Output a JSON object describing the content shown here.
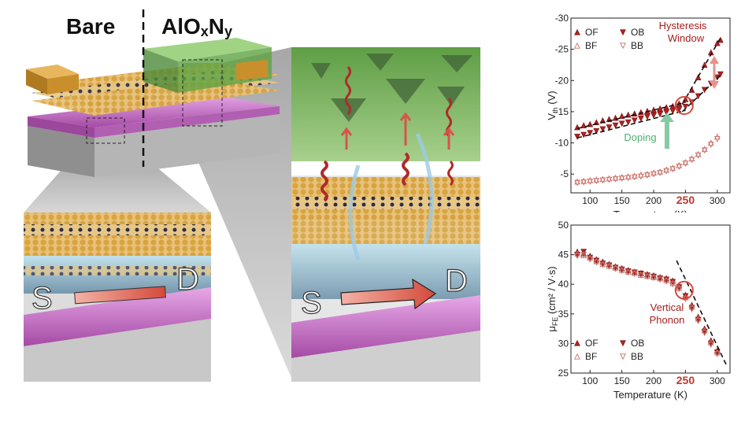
{
  "labels": {
    "bare": "Bare",
    "aloxny_main": "AlO",
    "aloxny_x": "x",
    "aloxny_n": "N",
    "aloxny_y": "y",
    "source": "S",
    "drain": "D"
  },
  "colors": {
    "gold_electrode": "#d9a24a",
    "substrate_pink": "#c879c8",
    "substrate_gray": "#9a9a9a",
    "green_oxide": "#6fb04f",
    "arrow_red": "#d96a5a",
    "phonon_red": "#b02a2a",
    "doping_green": "#7fc29a",
    "hysteresis_red": "#c0392b"
  },
  "chart_data": [
    {
      "type": "scatter",
      "ylabel": "V",
      "ylabel_sub": "th",
      "ylabel_unit": "(V)",
      "xlabel": "Temperature (K)",
      "xlim": [
        70,
        320
      ],
      "ylim": [
        -30,
        -2
      ],
      "y_inverted": true,
      "xticks": [
        "100",
        "150",
        "200",
        "250",
        "300"
      ],
      "yticks": [
        "-30",
        "-25",
        "-20",
        "-15",
        "-10",
        "-5"
      ],
      "highlight_tick": "250",
      "legend": [
        "OF",
        "OB",
        "BF",
        "BB"
      ],
      "annotations": [
        "Hysteresis",
        "Window",
        "Doping"
      ],
      "series": [
        {
          "name": "OF",
          "x": [
            80,
            90,
            100,
            110,
            120,
            130,
            140,
            150,
            160,
            170,
            180,
            190,
            200,
            210,
            220,
            230,
            240,
            250,
            260,
            270,
            280,
            290,
            300,
            305
          ],
          "y": [
            -12.5,
            -12.8,
            -13.0,
            -13.3,
            -13.6,
            -13.8,
            -14.0,
            -14.3,
            -14.5,
            -14.7,
            -14.9,
            -15.1,
            -15.3,
            -15.5,
            -15.7,
            -15.9,
            -16.3,
            -17.0,
            -18.5,
            -20.5,
            -22.5,
            -24.5,
            -26.0,
            -26.5
          ]
        },
        {
          "name": "OB",
          "x": [
            80,
            90,
            100,
            110,
            120,
            130,
            140,
            150,
            160,
            170,
            180,
            190,
            200,
            210,
            220,
            230,
            240,
            250,
            260,
            270,
            280,
            290,
            300,
            305
          ],
          "y": [
            -11.0,
            -11.3,
            -11.6,
            -11.9,
            -12.2,
            -12.5,
            -12.8,
            -13.1,
            -13.3,
            -13.6,
            -13.9,
            -14.2,
            -14.4,
            -14.6,
            -14.9,
            -15.1,
            -15.4,
            -15.8,
            -16.5,
            -17.5,
            -18.5,
            -19.5,
            -20.5,
            -21.0
          ]
        },
        {
          "name": "BF",
          "x": [
            80,
            90,
            100,
            110,
            120,
            130,
            140,
            150,
            160,
            170,
            180,
            190,
            200,
            210,
            220,
            230,
            240,
            250,
            260,
            270,
            280,
            290,
            300
          ],
          "y": [
            -3.8,
            -3.9,
            -4.0,
            -4.1,
            -4.2,
            -4.3,
            -4.4,
            -4.5,
            -4.6,
            -4.7,
            -4.9,
            -5.0,
            -5.2,
            -5.4,
            -5.7,
            -6.0,
            -6.4,
            -6.9,
            -7.5,
            -8.2,
            -9.0,
            -10.0,
            -11.0
          ]
        },
        {
          "name": "BB",
          "x": [
            80,
            90,
            100,
            110,
            120,
            130,
            140,
            150,
            160,
            170,
            180,
            190,
            200,
            210,
            220,
            230,
            240,
            250,
            260,
            270,
            280,
            290,
            300
          ],
          "y": [
            -3.6,
            -3.7,
            -3.8,
            -3.9,
            -4.0,
            -4.1,
            -4.2,
            -4.3,
            -4.4,
            -4.5,
            -4.6,
            -4.8,
            -5.0,
            -5.2,
            -5.5,
            -5.8,
            -6.2,
            -6.7,
            -7.3,
            -8.0,
            -8.8,
            -9.7,
            -10.6
          ]
        }
      ]
    },
    {
      "type": "scatter",
      "ylabel": "μ",
      "ylabel_sub": "FE",
      "ylabel_unit": "(cm² / V·s)",
      "xlabel": "Temperature (K)",
      "xlim": [
        70,
        320
      ],
      "ylim": [
        25,
        50
      ],
      "xticks": [
        "100",
        "150",
        "200",
        "250",
        "300"
      ],
      "yticks": [
        "25",
        "30",
        "35",
        "40",
        "45",
        "50"
      ],
      "highlight_tick": "250",
      "legend": [
        "OF",
        "OB",
        "BF",
        "BB"
      ],
      "annotations": [
        "Vertical",
        "Phonon"
      ],
      "series": [
        {
          "name": "OF",
          "x": [
            80,
            90,
            100,
            110,
            120,
            130,
            140,
            150,
            160,
            170,
            180,
            190,
            200,
            210,
            220,
            230,
            240,
            250,
            260,
            270,
            280,
            290,
            300
          ],
          "y": [
            45.5,
            45.2,
            44.8,
            44.2,
            43.8,
            43.4,
            43.0,
            42.7,
            42.4,
            42.1,
            41.9,
            41.7,
            41.5,
            41.2,
            41.0,
            40.6,
            39.8,
            38.2,
            36.5,
            34.5,
            32.5,
            30.5,
            28.8
          ]
        },
        {
          "name": "OB",
          "x": [
            80,
            90,
            100,
            110,
            120,
            130,
            140,
            150,
            160,
            170,
            180,
            190,
            200,
            210,
            220,
            230,
            240,
            250,
            260,
            270,
            280,
            290,
            300
          ],
          "y": [
            45.0,
            45.5,
            44.5,
            44.0,
            43.5,
            43.2,
            42.8,
            42.5,
            42.2,
            42.0,
            41.8,
            41.5,
            41.3,
            41.0,
            40.8,
            40.4,
            39.5,
            38.0,
            36.0,
            34.0,
            32.0,
            30.0,
            28.5
          ]
        },
        {
          "name": "BF",
          "x": [
            80,
            90,
            100,
            110,
            120,
            130,
            140,
            150,
            160,
            170,
            180,
            190,
            200,
            210,
            220,
            230,
            240,
            250,
            260,
            270,
            280,
            290,
            300
          ],
          "y": [
            45.2,
            44.9,
            44.5,
            43.9,
            43.4,
            43.1,
            42.8,
            42.4,
            42.1,
            41.9,
            41.6,
            41.4,
            41.2,
            41.0,
            40.7,
            40.2,
            39.4,
            37.8,
            36.2,
            34.2,
            32.2,
            30.2,
            28.5
          ]
        },
        {
          "name": "BB",
          "x": [
            80,
            90,
            100,
            110,
            120,
            130,
            140,
            150,
            160,
            170,
            180,
            190,
            200,
            210,
            220,
            230,
            240,
            250,
            260,
            270,
            280,
            290,
            300
          ],
          "y": [
            44.8,
            45.0,
            44.2,
            43.7,
            43.3,
            43.0,
            42.6,
            42.3,
            42.0,
            41.8,
            41.5,
            41.3,
            41.1,
            40.8,
            40.5,
            40.0,
            39.2,
            37.5,
            35.8,
            33.8,
            31.8,
            29.8,
            28.2
          ]
        }
      ]
    }
  ]
}
